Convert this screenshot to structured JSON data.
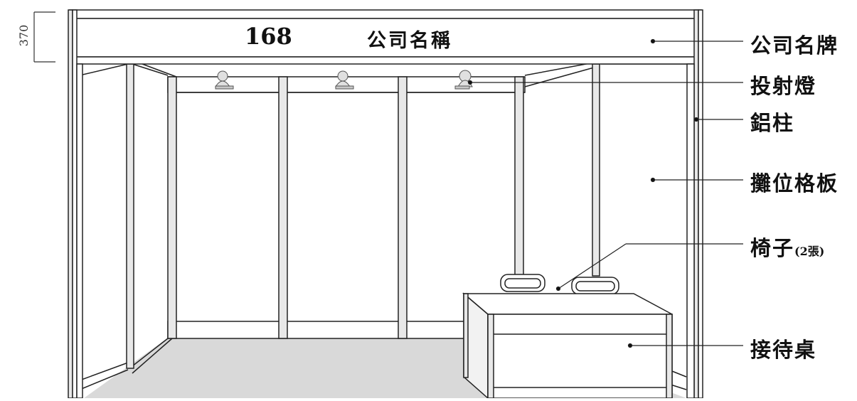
{
  "dimension": {
    "label": "370"
  },
  "fascia": {
    "booth_number": "168",
    "company_name": "公司名稱"
  },
  "labels": {
    "company_sign": "公司名牌",
    "spotlight": "投射燈",
    "aluminum_post": "鋁柱",
    "booth_panel": "攤位格板",
    "chair_main": "椅子",
    "chair_note": "(2張)",
    "reception_desk": "接待桌"
  },
  "colors": {
    "line": "#222222",
    "floor": "#d9d9d9",
    "panel": "#ffffff",
    "post_fill": "#e8e8e8"
  }
}
